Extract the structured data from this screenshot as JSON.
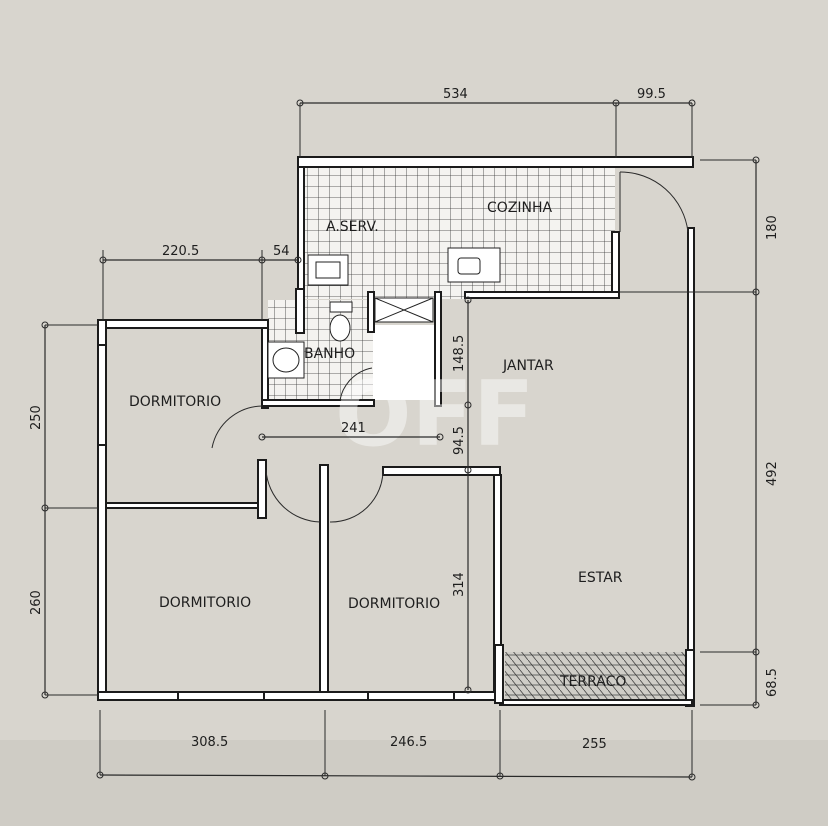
{
  "plan": {
    "rooms": {
      "cozinha": "COZINHA",
      "area_servico": "A.SERV.",
      "banho": "BANHO",
      "jantar": "JANTAR",
      "estar": "ESTAR",
      "dormitorio_1": "DORMITORIO",
      "dormitorio_2": "DORMITORIO",
      "dormitorio_3": "DORMITORIO",
      "terraco": "TERRACO"
    },
    "dimensions": {
      "top_1": "534",
      "top_2": "99.5",
      "left_top_1": "220.5",
      "left_top_2": "54",
      "right_1": "180",
      "right_2": "492",
      "right_3": "68.5",
      "left_1": "250",
      "left_2": "260",
      "bottom_1": "308.5",
      "bottom_2": "246.5",
      "bottom_3": "255",
      "bath_width": "241",
      "inner_1": "148.5",
      "inner_2": "94.5",
      "inner_3": "314"
    },
    "watermark": "OFF"
  },
  "colors": {
    "paper": "#d9d6cf",
    "ink": "#1b1b1b"
  }
}
